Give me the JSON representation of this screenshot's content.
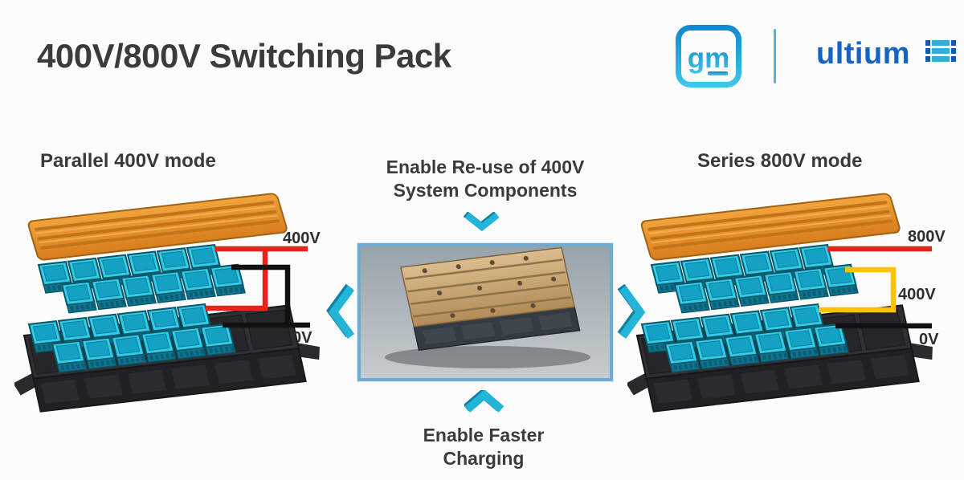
{
  "title": "400V/800V Switching Pack",
  "brand": {
    "gm_text": "gm",
    "ultium_text": "ultium"
  },
  "left_diagram": {
    "heading": "Parallel 400V mode",
    "illustration": "exploded-battery-pack",
    "wire_labels": [
      {
        "text": "400V",
        "wire_color": "#e8231c"
      },
      {
        "text": "0V",
        "wire_color": "#111111"
      }
    ]
  },
  "center": {
    "top_caption_lines": [
      "Enable Re-use of 400V",
      "System Components"
    ],
    "bottom_caption_lines": [
      "Enable Faster",
      "Charging"
    ],
    "image": "battery-pack-photo",
    "arrows": [
      "chevron-down",
      "chevron-left",
      "chevron-right",
      "chevron-up"
    ]
  },
  "right_diagram": {
    "heading": "Series 800V mode",
    "illustration": "exploded-battery-pack",
    "wire_labels": [
      {
        "text": "800V",
        "wire_color": "#e8231c"
      },
      {
        "text": "400V",
        "wire_color": "#ffc10a"
      },
      {
        "text": "0V",
        "wire_color": "#111111"
      }
    ]
  },
  "colors": {
    "background": "#fcfcfc",
    "heading_text": "#3b3b3d",
    "accent_chevron": "#22b5d8",
    "gm_logo_blue_top": "#1488cc",
    "gm_logo_blue_bottom": "#3ec6ea",
    "ultium_blue": "#1563c2",
    "wire_red": "#e8231c",
    "wire_yellow": "#ffc10a",
    "wire_black": "#111111",
    "module_cyan": "#33cbe8",
    "cover_orange": "#e8922d",
    "tray_dark": "#2b2b2f"
  }
}
